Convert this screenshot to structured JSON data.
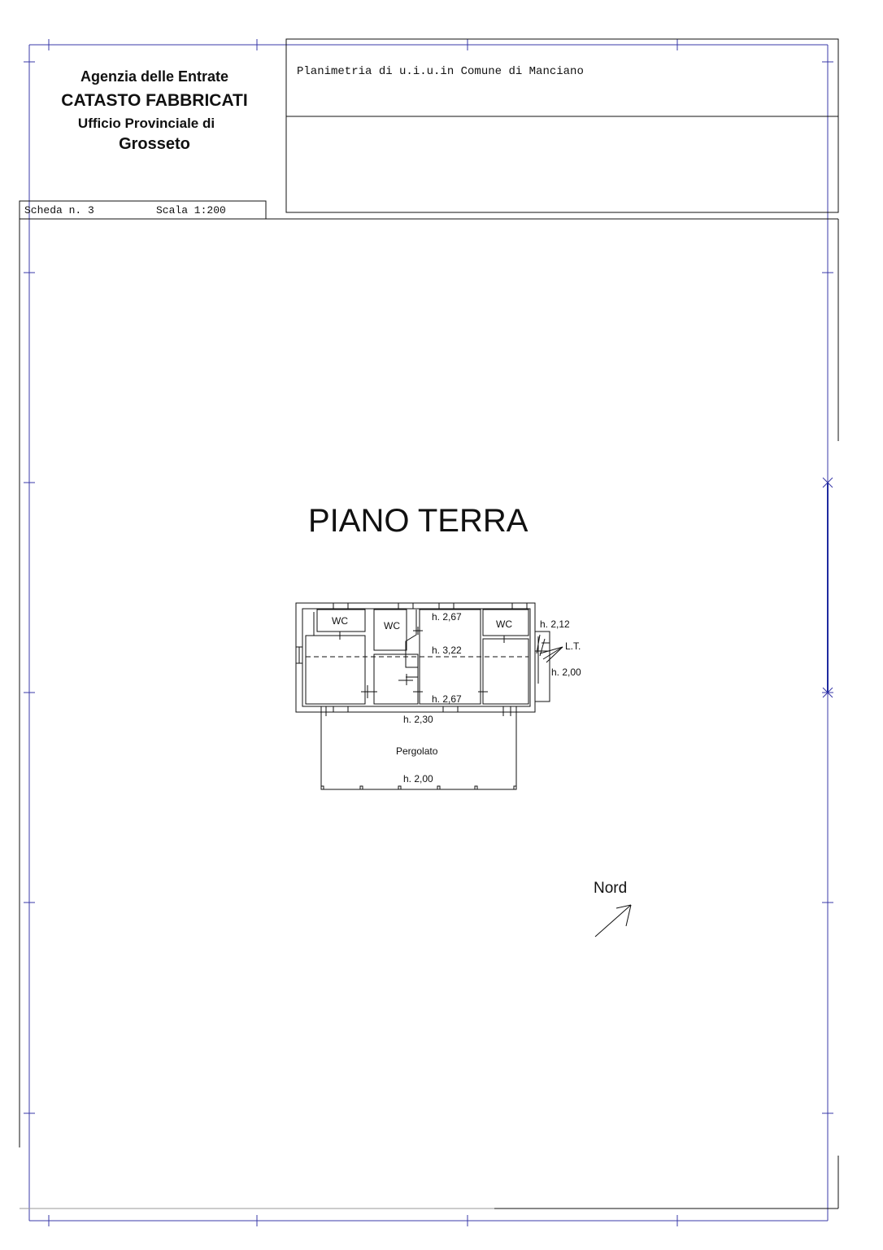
{
  "header": {
    "agency": "Agenzia delle Entrate",
    "registry": "CATASTO FABBRICATI",
    "office": "Ufficio Provinciale di",
    "city": "Grosseto",
    "plan_title": "Planimetria di u.i.u.in Comune di Manciano",
    "sheet": "Scheda n. 3",
    "scale": "Scala 1:200"
  },
  "drawing": {
    "floor_title": "PIANO TERRA",
    "labels": {
      "wc_1": "WC",
      "wc_2": "WC",
      "wc_3": "WC",
      "h_267_top": "h. 2,67",
      "h_322": "h. 3,22",
      "h_267_bottom": "h. 2,67",
      "h_212": "h. 2,12",
      "lt": "L.T.",
      "h_200_side": "h. 2,00",
      "h_230": "h. 2,30",
      "pergola": "Pergolato",
      "h_200_pergola": "h. 2,00"
    },
    "north": "Nord"
  },
  "colors": {
    "frame_blue": "#3a3aa8",
    "line_black": "#111111"
  }
}
